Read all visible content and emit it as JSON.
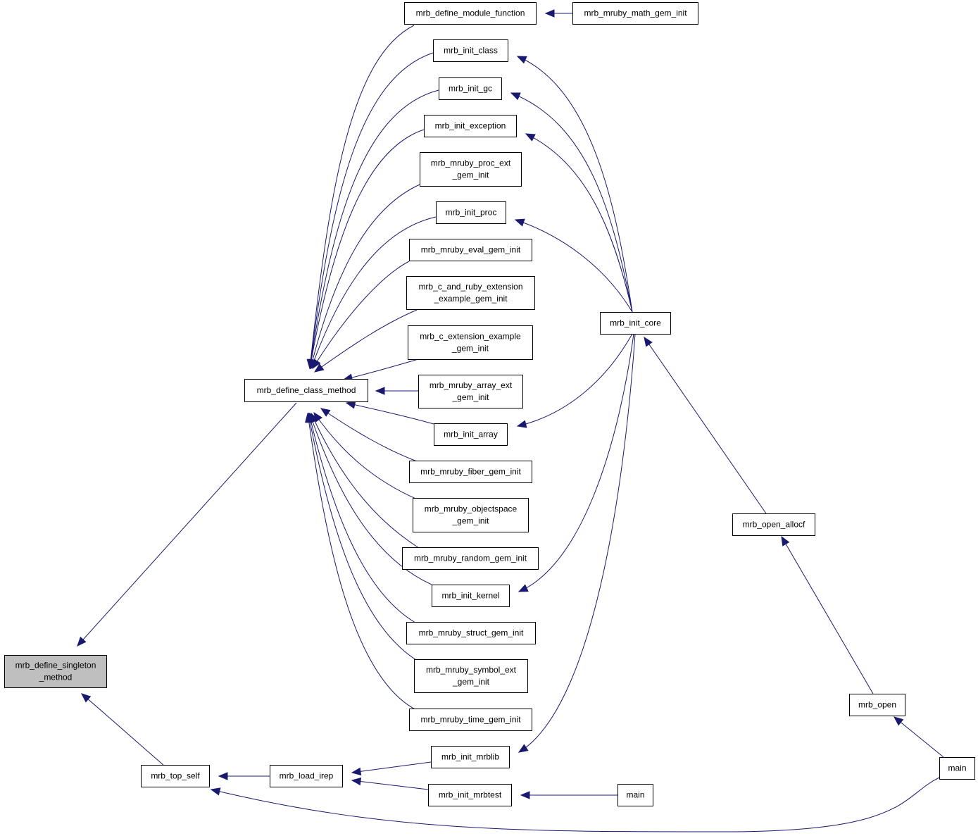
{
  "colors": {
    "edge": "#191970",
    "node_fill": "#ffffff",
    "focus_fill": "#bfbfbf",
    "border": "#000000"
  },
  "nodes": [
    {
      "id": "singleton",
      "lines": [
        "mrb_define_singleton",
        "_method"
      ],
      "focus": true
    },
    {
      "id": "class_method",
      "lines": [
        "mrb_define_class_method"
      ]
    },
    {
      "id": "top_self",
      "lines": [
        "mrb_top_self"
      ]
    },
    {
      "id": "load_irep",
      "lines": [
        "mrb_load_irep"
      ]
    },
    {
      "id": "module_function",
      "lines": [
        "mrb_define_module_function"
      ]
    },
    {
      "id": "math_gem",
      "lines": [
        "mrb_mruby_math_gem_init"
      ]
    },
    {
      "id": "init_class",
      "lines": [
        "mrb_init_class"
      ]
    },
    {
      "id": "init_gc",
      "lines": [
        "mrb_init_gc"
      ]
    },
    {
      "id": "init_exception",
      "lines": [
        "mrb_init_exception"
      ]
    },
    {
      "id": "proc_ext",
      "lines": [
        "mrb_mruby_proc_ext",
        "_gem_init"
      ]
    },
    {
      "id": "init_proc",
      "lines": [
        "mrb_init_proc"
      ]
    },
    {
      "id": "eval_gem",
      "lines": [
        "mrb_mruby_eval_gem_init"
      ]
    },
    {
      "id": "c_and_ruby",
      "lines": [
        "mrb_c_and_ruby_extension",
        "_example_gem_init"
      ]
    },
    {
      "id": "c_ext",
      "lines": [
        "mrb_c_extension_example",
        "_gem_init"
      ]
    },
    {
      "id": "array_ext",
      "lines": [
        "mrb_mruby_array_ext",
        "_gem_init"
      ]
    },
    {
      "id": "init_array",
      "lines": [
        "mrb_init_array"
      ]
    },
    {
      "id": "fiber_gem",
      "lines": [
        "mrb_mruby_fiber_gem_init"
      ]
    },
    {
      "id": "objectspace",
      "lines": [
        "mrb_mruby_objectspace",
        "_gem_init"
      ]
    },
    {
      "id": "random_gem",
      "lines": [
        "mrb_mruby_random_gem_init"
      ]
    },
    {
      "id": "init_kernel",
      "lines": [
        "mrb_init_kernel"
      ]
    },
    {
      "id": "struct_gem",
      "lines": [
        "mrb_mruby_struct_gem_init"
      ]
    },
    {
      "id": "symbol_ext",
      "lines": [
        "mrb_mruby_symbol_ext",
        "_gem_init"
      ]
    },
    {
      "id": "time_gem",
      "lines": [
        "mrb_mruby_time_gem_init"
      ]
    },
    {
      "id": "init_mrblib",
      "lines": [
        "mrb_init_mrblib"
      ]
    },
    {
      "id": "init_mrbtest",
      "lines": [
        "mrb_init_mrbtest"
      ]
    },
    {
      "id": "main_test",
      "lines": [
        "main"
      ]
    },
    {
      "id": "init_core",
      "lines": [
        "mrb_init_core"
      ]
    },
    {
      "id": "open_allocf",
      "lines": [
        "mrb_open_allocf"
      ]
    },
    {
      "id": "open",
      "lines": [
        "mrb_open"
      ]
    },
    {
      "id": "main",
      "lines": [
        "main"
      ]
    }
  ],
  "edges": [
    {
      "from": "class_method",
      "to": "singleton"
    },
    {
      "from": "top_self",
      "to": "singleton"
    },
    {
      "from": "module_function",
      "to": "class_method"
    },
    {
      "from": "init_class",
      "to": "class_method"
    },
    {
      "from": "init_gc",
      "to": "class_method"
    },
    {
      "from": "init_exception",
      "to": "class_method"
    },
    {
      "from": "proc_ext",
      "to": "class_method"
    },
    {
      "from": "init_proc",
      "to": "class_method"
    },
    {
      "from": "eval_gem",
      "to": "class_method"
    },
    {
      "from": "c_and_ruby",
      "to": "class_method"
    },
    {
      "from": "c_ext",
      "to": "class_method"
    },
    {
      "from": "array_ext",
      "to": "class_method"
    },
    {
      "from": "init_array",
      "to": "class_method"
    },
    {
      "from": "fiber_gem",
      "to": "class_method"
    },
    {
      "from": "objectspace",
      "to": "class_method"
    },
    {
      "from": "random_gem",
      "to": "class_method"
    },
    {
      "from": "init_kernel",
      "to": "class_method"
    },
    {
      "from": "struct_gem",
      "to": "class_method"
    },
    {
      "from": "symbol_ext",
      "to": "class_method"
    },
    {
      "from": "time_gem",
      "to": "class_method"
    },
    {
      "from": "load_irep",
      "to": "top_self"
    },
    {
      "from": "main",
      "to": "top_self"
    },
    {
      "from": "math_gem",
      "to": "module_function"
    },
    {
      "from": "init_core",
      "to": "init_class"
    },
    {
      "from": "init_core",
      "to": "init_gc"
    },
    {
      "from": "init_core",
      "to": "init_exception"
    },
    {
      "from": "init_core",
      "to": "init_proc"
    },
    {
      "from": "init_core",
      "to": "init_array"
    },
    {
      "from": "init_core",
      "to": "init_kernel"
    },
    {
      "from": "init_core",
      "to": "init_mrblib"
    },
    {
      "from": "init_mrblib",
      "to": "load_irep"
    },
    {
      "from": "init_mrbtest",
      "to": "load_irep"
    },
    {
      "from": "main_test",
      "to": "init_mrbtest"
    },
    {
      "from": "open_allocf",
      "to": "init_core"
    },
    {
      "from": "open",
      "to": "open_allocf"
    },
    {
      "from": "main",
      "to": "open"
    }
  ]
}
